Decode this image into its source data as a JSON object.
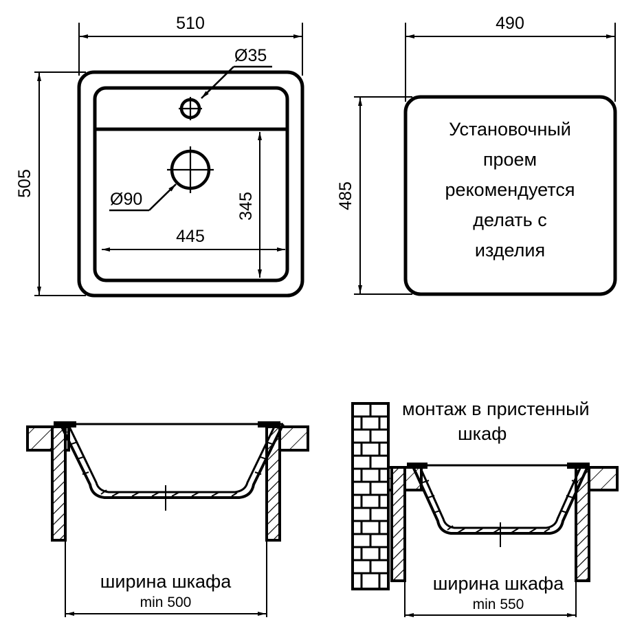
{
  "drawing": {
    "title": "Sink installation technical drawing",
    "stroke_color": "#000000",
    "background_color": "#ffffff"
  },
  "views": {
    "top_plan": {
      "name": "sink-top-plan-view",
      "dimensions": {
        "width_label": "510",
        "height_label": "505",
        "bowl_width_label": "445",
        "bowl_height_label": "345"
      },
      "holes": [
        {
          "name": "tap-hole",
          "label": "Ø35"
        },
        {
          "name": "drain-hole",
          "label": "Ø90"
        }
      ]
    },
    "cutout_plan": {
      "name": "cutout-plan-view",
      "dimensions": {
        "width_label": "490",
        "height_label": "485"
      },
      "note_lines": [
        "Установочный",
        "проем",
        "рекомендуется",
        "делать с",
        "изделия"
      ]
    },
    "section_standard": {
      "name": "standard-cabinet-section-view",
      "cabinet_label": "ширина шкафа",
      "cabinet_min_label": "min 500"
    },
    "section_wall": {
      "name": "wall-cabinet-section-view",
      "note_lines": [
        "монтаж в пристенный",
        "шкаф"
      ],
      "cabinet_label": "ширина шкафа",
      "cabinet_min_label": "min 550"
    }
  }
}
